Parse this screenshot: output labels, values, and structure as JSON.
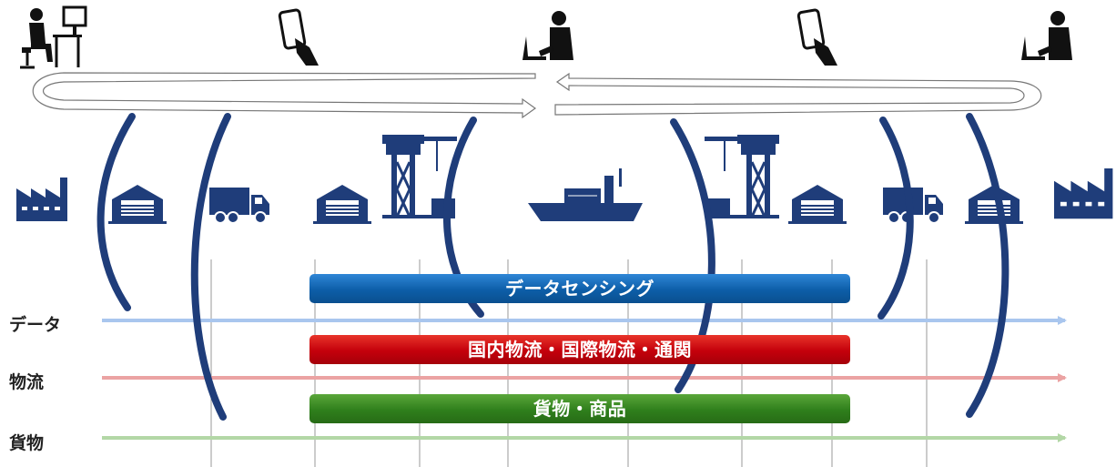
{
  "rows": {
    "data_label": "データ",
    "logistics_label": "物流",
    "cargo_label": "貨物"
  },
  "bars": {
    "data_sensing": "データセンシング",
    "logistics": "国内物流・国際物流・通関",
    "cargo": "貨物・商品"
  },
  "colors": {
    "icon_navy": "#1f3d7a",
    "data_line": "#a9c6ee",
    "logistics_line": "#eba3a3",
    "cargo_line": "#b3d7a6",
    "bar_blue": "#0d5ea8",
    "bar_red": "#c4000b",
    "bar_green": "#2f7f1c",
    "arc_navy": "#1f3d7a"
  },
  "icons": {
    "top": [
      "desk-worker-icon",
      "smartphone-hand-icon",
      "laptop-worker-icon",
      "smartphone-hand-icon",
      "laptop-worker-icon"
    ],
    "supply_chain": [
      "factory-icon",
      "warehouse-icon",
      "truck-icon",
      "warehouse-icon",
      "port-crane-icon",
      "cargo-ship-icon",
      "port-crane-icon",
      "warehouse-icon",
      "truck-icon",
      "warehouse-icon",
      "factory-icon"
    ]
  }
}
